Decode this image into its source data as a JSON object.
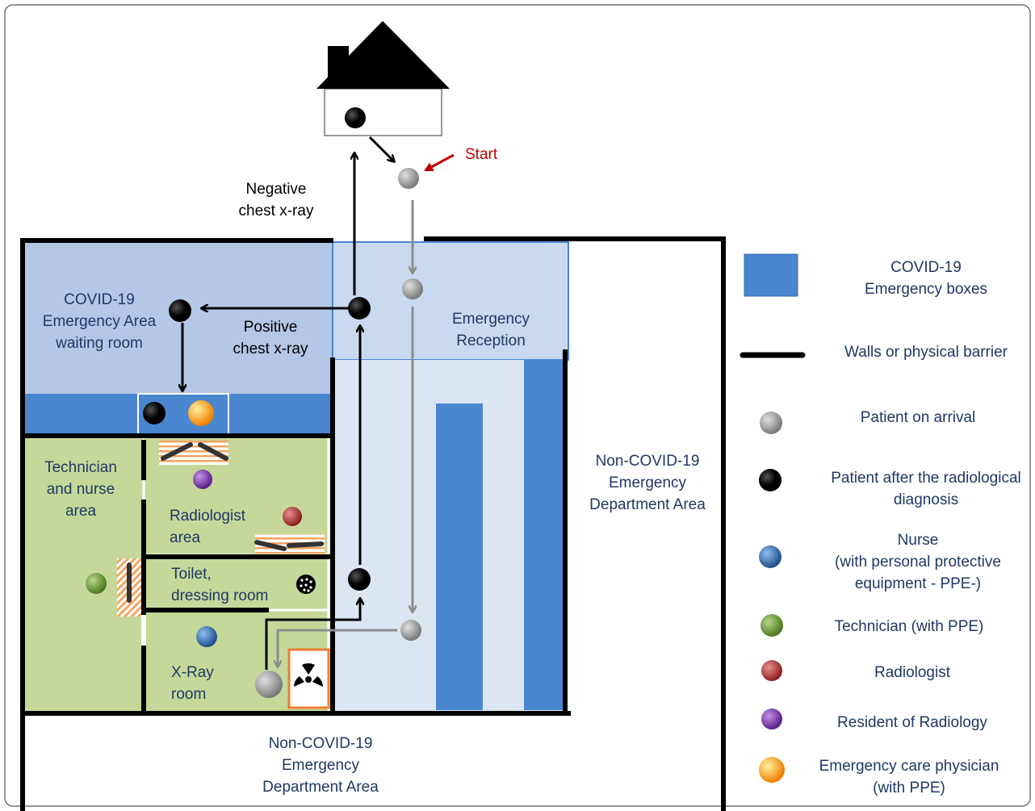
{
  "labels": {
    "start": "Start",
    "negative_line1": "Negative",
    "negative_line2": "chest x-ray",
    "positive_line1": "Positive",
    "positive_line2": "chest x-ray",
    "waiting_line1": "COVID-19",
    "waiting_line2": "Emergency Area",
    "waiting_line3": "waiting room",
    "reception_line1": "Emergency",
    "reception_line2": "Reception",
    "tech_line1": "Technician",
    "tech_line2": "and nurse",
    "tech_line3": "area",
    "radiologist_line1": "Radiologist",
    "radiologist_line2": "area",
    "toilet_line1": "Toilet,",
    "toilet_line2": "dressing room",
    "xray_line1": "X-Ray",
    "xray_line2": "room",
    "noncovid_right_line1": "Non-COVID-19",
    "noncovid_right_line2": "Emergency",
    "noncovid_right_line3": "Department Area",
    "noncovid_bottom_line1": "Non-COVID-19",
    "noncovid_bottom_line2": "Emergency",
    "noncovid_bottom_line3": "Department Area"
  },
  "legend": [
    {
      "key": "boxes",
      "lines": [
        "COVID-19",
        "Emergency boxes"
      ]
    },
    {
      "key": "walls",
      "lines": [
        "Walls or physical barrier"
      ]
    },
    {
      "key": "arrival",
      "lines": [
        "Patient on arrival"
      ]
    },
    {
      "key": "after",
      "lines": [
        "Patient after the radiological",
        "diagnosis"
      ]
    },
    {
      "key": "nurse",
      "lines": [
        "Nurse",
        "(with personal protective",
        "equipment - PPE-)"
      ]
    },
    {
      "key": "technician",
      "lines": [
        "Technician (with PPE)"
      ]
    },
    {
      "key": "radiologist",
      "lines": [
        "Radiologist"
      ]
    },
    {
      "key": "resident",
      "lines": [
        "Resident of Radiology"
      ]
    },
    {
      "key": "physician",
      "lines": [
        "Emergency care physician",
        "(with PPE)"
      ]
    }
  ],
  "colors": {
    "covid_box": "#4a86d0",
    "waiting_area": "#b4c7e7",
    "reception": "#c9daf0",
    "corridor": "#dce6f2",
    "green_area": "#c5d89a",
    "patient_arrival": "#8c8c8c",
    "patient_after": "#000000",
    "nurse": "#2e75b6",
    "technician": "#6a9a2f",
    "radiologist": "#b03030",
    "resident": "#7030a0",
    "physician": "#ffa500",
    "start_label": "#c00000",
    "text": "#1f3864"
  },
  "icons": {
    "house": "house-icon",
    "radiation": "radiation-icon",
    "shower": "shower-icon"
  }
}
